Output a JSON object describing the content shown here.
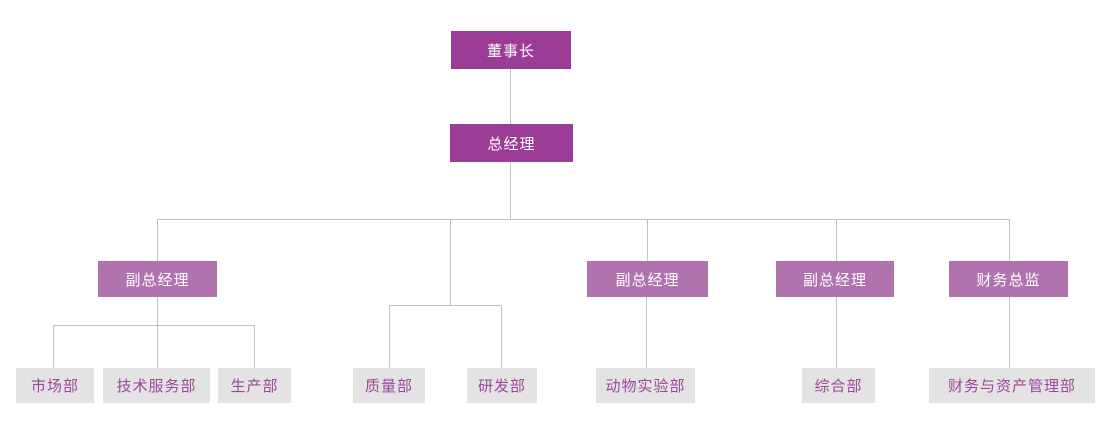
{
  "org_chart": {
    "type": "organization-chart",
    "colors": {
      "executive_fill": "#9B3D97",
      "executive_text": "#FFFFFF",
      "manager_fill": "#B173AE",
      "manager_text": "#FFFFFF",
      "department_fill": "#E3E3E3",
      "department_text": "#9B479B",
      "connector": "#B9C5CD",
      "background": "#FFFFFF"
    },
    "nodes": {
      "chairman": {
        "label": "董事长",
        "level": "executive"
      },
      "general_manager": {
        "label": "总经理",
        "level": "executive"
      },
      "vp1": {
        "label": "副总经理",
        "level": "manager"
      },
      "vp2": {
        "label": "副总经理",
        "level": "manager"
      },
      "vp3": {
        "label": "副总经理",
        "level": "manager"
      },
      "finance_director": {
        "label": "财务总监",
        "level": "manager"
      },
      "marketing": {
        "label": "市场部",
        "level": "department"
      },
      "tech_service": {
        "label": "技术服务部",
        "level": "department"
      },
      "production": {
        "label": "生产部",
        "level": "department"
      },
      "quality": {
        "label": "质量部",
        "level": "department"
      },
      "rd": {
        "label": "研发部",
        "level": "department"
      },
      "animal_lab": {
        "label": "动物实验部",
        "level": "department"
      },
      "general_affairs": {
        "label": "综合部",
        "level": "department"
      },
      "finance_asset": {
        "label": "财务与资产管理部",
        "level": "department"
      }
    },
    "hierarchy": [
      {
        "parent": "chairman",
        "children": [
          "general_manager"
        ]
      },
      {
        "parent": "general_manager",
        "children": [
          "vp1",
          "quality",
          "rd",
          "vp2",
          "vp3",
          "finance_director"
        ]
      },
      {
        "parent": "vp1",
        "children": [
          "marketing",
          "tech_service",
          "production"
        ]
      },
      {
        "parent": "vp2",
        "children": [
          "animal_lab"
        ]
      },
      {
        "parent": "vp3",
        "children": [
          "general_affairs"
        ]
      },
      {
        "parent": "finance_director",
        "children": [
          "finance_asset"
        ]
      }
    ]
  }
}
